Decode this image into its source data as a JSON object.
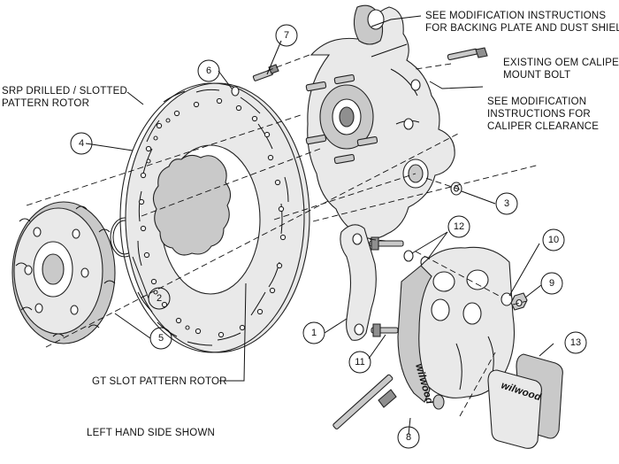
{
  "labels": {
    "rotor_srp_l1": "SRP DRILLED / SLOTTED",
    "rotor_srp_l2": "PATTERN ROTOR",
    "backing_l1": "SEE MODIFICATION INSTRUCTIONS",
    "backing_l2": "FOR BACKING PLATE AND DUST SHIELD",
    "caliper_bolt_l1": "EXISTING OEM CALIPER",
    "caliper_bolt_l2": "MOUNT BOLT",
    "clearance_l1": "SEE MODIFICATION",
    "clearance_l2": "INSTRUCTIONS FOR",
    "clearance_l3": "CALIPER CLEARANCE",
    "gt_slot": "GT SLOT PATTERN ROTOR",
    "left_hand": "LEFT HAND SIDE SHOWN",
    "caliper_brand": "wilwood",
    "pad_brand": "wilwood"
  },
  "callouts": {
    "c1": "1",
    "c2": "2",
    "c3": "3",
    "c4": "4",
    "c5": "5",
    "c6": "6",
    "c7": "7",
    "c8": "8",
    "c9": "9",
    "c10": "10",
    "c11": "11",
    "c12": "12",
    "c13": "13"
  }
}
